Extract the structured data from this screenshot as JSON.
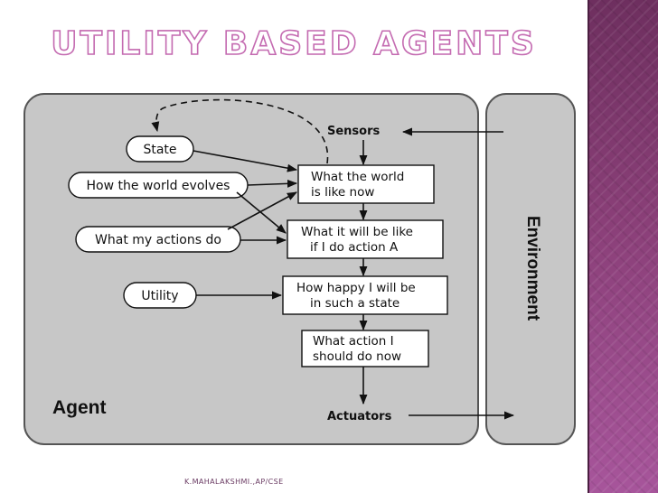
{
  "slide": {
    "title": "UTILITY BASED AGENTS",
    "footer": "K.MAHALAKSHMI.,AP/CSE"
  },
  "colors": {
    "accent": "#c46bb1",
    "side_band": "#8a3f78",
    "panel_fill": "#c7c7c7",
    "panel_border": "#555555"
  },
  "diagram": {
    "agent_label": "Agent",
    "environment_label": "Environment",
    "sensors_label": "Sensors",
    "actuators_label": "Actuators",
    "inputs": {
      "state": "State",
      "world_evolves": "How the world evolves",
      "actions_do": "What my actions do",
      "utility": "Utility"
    },
    "boxes": {
      "world_now": [
        "What the world",
        "is like now"
      ],
      "will_be_like": [
        "What it will be like",
        "if I do action A"
      ],
      "how_happy": [
        "How happy I will be",
        "in such a state"
      ],
      "what_action": [
        "What action I",
        "should do now"
      ]
    }
  }
}
